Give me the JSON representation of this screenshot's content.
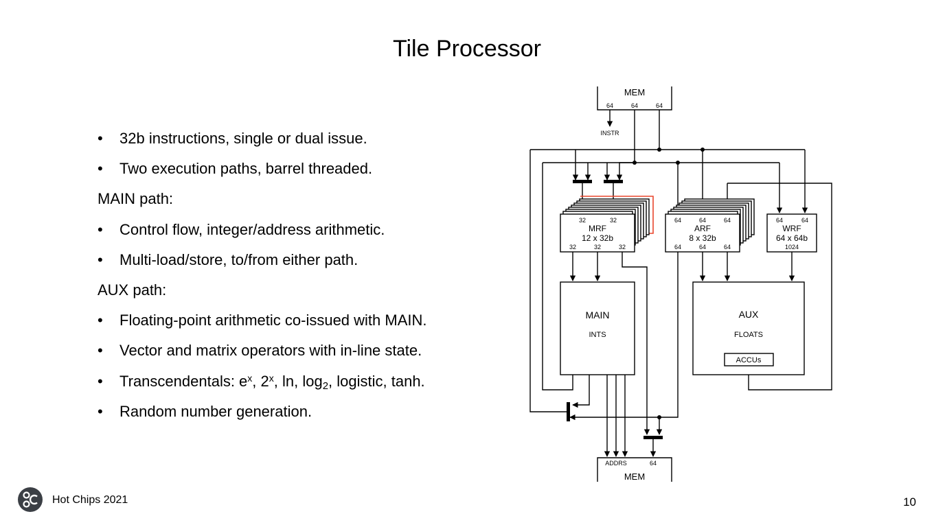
{
  "slide": {
    "title": "Tile Processor",
    "footer": "Hot Chips 2021",
    "page_number": "10",
    "logo_icon": "hot-chips-logo-icon"
  },
  "bullets": {
    "b1": "32b instructions, single or dual issue.",
    "b2": "Two execution paths, barrel threaded.",
    "h1": "MAIN path:",
    "b3": "Control flow, integer/address arithmetic.",
    "b4": "Multi-load/store, to/from either path.",
    "h2": "AUX path:",
    "b5": "Floating-point arithmetic co-issued with MAIN.",
    "b6": "Vector and matrix operators with in-line state.",
    "b7": {
      "prefix": "Transcendentals: e",
      "sup1": "x",
      "mid1": ", 2",
      "sup2": "x",
      "mid2": ", ln, log",
      "sub": "2",
      "suffix": ", logistic, tanh."
    },
    "b8": "Random number generation."
  },
  "diagram": {
    "mem_top": {
      "label": "MEM",
      "ports": [
        "64",
        "64",
        "64"
      ]
    },
    "instr_label": "INSTR",
    "mrf": {
      "name": "MRF",
      "size": "12 x 32b",
      "in_ports": [
        "32",
        "32"
      ],
      "out_ports": [
        "32",
        "32",
        "32"
      ]
    },
    "arf": {
      "name": "ARF",
      "size": "8 x 32b",
      "in_ports": [
        "64",
        "64",
        "64"
      ],
      "out_ports": [
        "64",
        "64",
        "64"
      ]
    },
    "wrf": {
      "name": "WRF",
      "size": "64 x 64b",
      "in_ports": [
        "64",
        "64"
      ],
      "out_port": "1024"
    },
    "main": {
      "name": "MAIN",
      "sub": "INTS"
    },
    "aux": {
      "name": "AUX",
      "sub": "FLOATS",
      "accu": "ACCUs"
    },
    "mem_bottom": {
      "label": "MEM",
      "ports": [
        "ADDRS",
        "64"
      ]
    },
    "highlight_color": "#e8452c"
  }
}
